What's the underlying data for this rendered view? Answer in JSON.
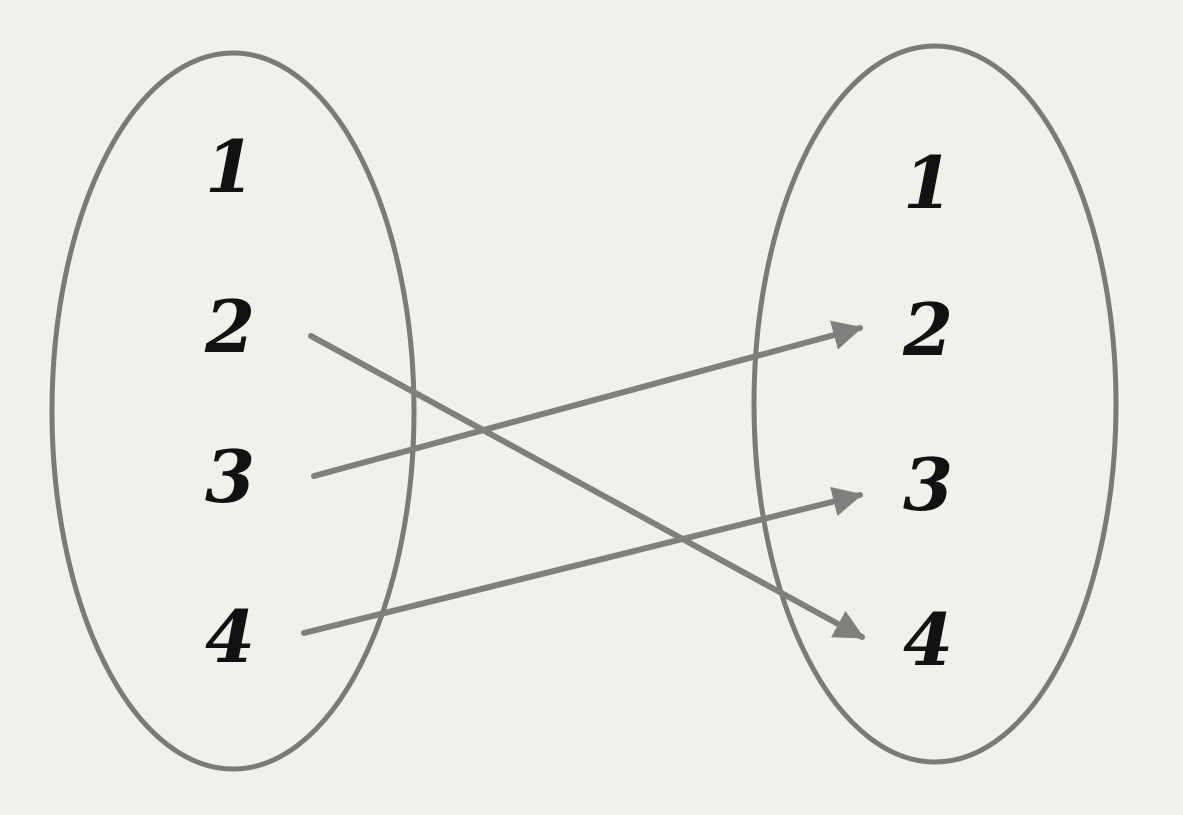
{
  "colors": {
    "background": "#f1f0eb",
    "oval_stroke": "#7a7a78",
    "arrow": "#7f7f7d",
    "label": "#111111"
  },
  "domain_set": {
    "elements": [
      "1",
      "2",
      "3",
      "4"
    ]
  },
  "codomain_set": {
    "elements": [
      "1",
      "2",
      "3",
      "4"
    ]
  },
  "mapping": [
    {
      "from": "2",
      "to": "4"
    },
    {
      "from": "3",
      "to": "2"
    },
    {
      "from": "4",
      "to": "3"
    }
  ]
}
